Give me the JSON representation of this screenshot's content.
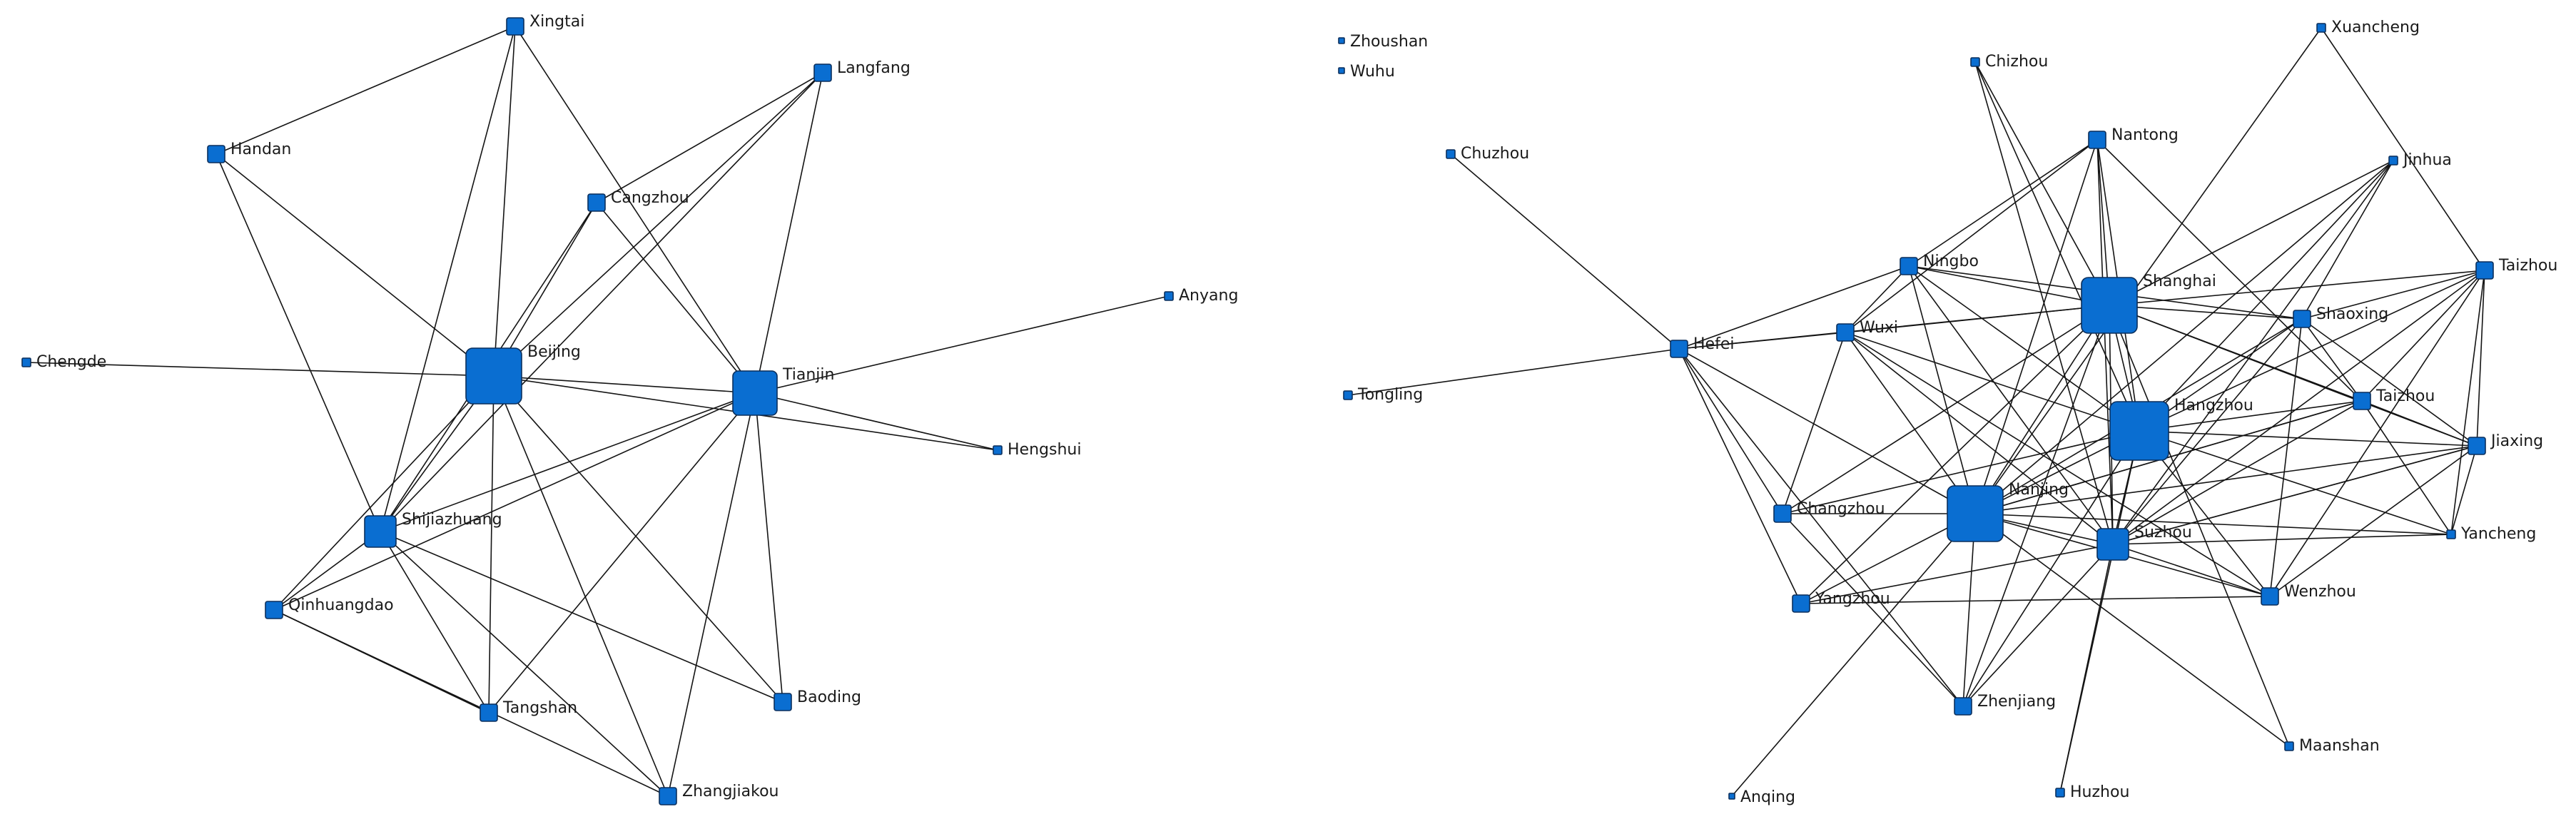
{
  "style": {
    "node_fill": "#0a6ed1",
    "node_stroke": "#0b2f5c",
    "edge_color": "#141414",
    "label_color": "#1a1a1a"
  },
  "networks": [
    {
      "nodes": [
        {
          "id": "Xingtai",
          "label": "Xingtai",
          "size": "small"
        },
        {
          "id": "Langfang",
          "label": "Langfang",
          "size": "small"
        },
        {
          "id": "Handan",
          "label": "Handan",
          "size": "small"
        },
        {
          "id": "Cangzhou",
          "label": "Cangzhou",
          "size": "small"
        },
        {
          "id": "Anyang",
          "label": "Anyang",
          "size": "tiny"
        },
        {
          "id": "Chengde",
          "label": "Chengde",
          "size": "tiny"
        },
        {
          "id": "Beijing",
          "label": "Beijing",
          "size": "xlarge"
        },
        {
          "id": "Tianjin",
          "label": "Tianjin",
          "size": "large"
        },
        {
          "id": "Hengshui",
          "label": "Hengshui",
          "size": "tiny"
        },
        {
          "id": "Shijiazhuang",
          "label": "Shijiazhuang",
          "size": "medium"
        },
        {
          "id": "Qinhuangdao",
          "label": "Qinhuangdao",
          "size": "small"
        },
        {
          "id": "Tangshan",
          "label": "Tangshan",
          "size": "small"
        },
        {
          "id": "Baoding",
          "label": "Baoding",
          "size": "small"
        },
        {
          "id": "Zhangjiakou",
          "label": "Zhangjiakou",
          "size": "small"
        }
      ],
      "edges": [
        [
          "Xingtai",
          "Handan"
        ],
        [
          "Xingtai",
          "Beijing"
        ],
        [
          "Xingtai",
          "Tianjin"
        ],
        [
          "Xingtai",
          "Shijiazhuang"
        ],
        [
          "Langfang",
          "Cangzhou"
        ],
        [
          "Langfang",
          "Beijing"
        ],
        [
          "Langfang",
          "Tianjin"
        ],
        [
          "Langfang",
          "Shijiazhuang"
        ],
        [
          "Handan",
          "Beijing"
        ],
        [
          "Handan",
          "Shijiazhuang"
        ],
        [
          "Cangzhou",
          "Beijing"
        ],
        [
          "Cangzhou",
          "Tianjin"
        ],
        [
          "Cangzhou",
          "Shijiazhuang"
        ],
        [
          "Anyang",
          "Tianjin"
        ],
        [
          "Chengde",
          "Beijing"
        ],
        [
          "Beijing",
          "Tianjin"
        ],
        [
          "Beijing",
          "Hengshui"
        ],
        [
          "Beijing",
          "Shijiazhuang"
        ],
        [
          "Beijing",
          "Qinhuangdao"
        ],
        [
          "Beijing",
          "Tangshan"
        ],
        [
          "Beijing",
          "Baoding"
        ],
        [
          "Beijing",
          "Zhangjiakou"
        ],
        [
          "Tianjin",
          "Hengshui"
        ],
        [
          "Tianjin",
          "Shijiazhuang"
        ],
        [
          "Tianjin",
          "Tangshan"
        ],
        [
          "Tianjin",
          "Baoding"
        ],
        [
          "Tianjin",
          "Zhangjiakou"
        ],
        [
          "Tianjin",
          "Qinhuangdao"
        ],
        [
          "Shijiazhuang",
          "Qinhuangdao"
        ],
        [
          "Shijiazhuang",
          "Tangshan"
        ],
        [
          "Shijiazhuang",
          "Baoding"
        ],
        [
          "Shijiazhuang",
          "Zhangjiakou"
        ],
        [
          "Qinhuangdao",
          "Tangshan"
        ],
        [
          "Qinhuangdao",
          "Zhangjiakou"
        ]
      ]
    },
    {
      "nodes": [
        {
          "id": "Zhoushan",
          "label": "Zhoushan",
          "size": "dot"
        },
        {
          "id": "Wuhu",
          "label": "Wuhu",
          "size": "dot"
        },
        {
          "id": "Xuancheng",
          "label": "Xuancheng",
          "size": "tiny"
        },
        {
          "id": "Chizhou",
          "label": "Chizhou",
          "size": "tiny"
        },
        {
          "id": "Chuzhou",
          "label": "Chuzhou",
          "size": "tiny"
        },
        {
          "id": "Nantong",
          "label": "Nantong",
          "size": "small"
        },
        {
          "id": "Jinhua",
          "label": "Jinhua",
          "size": "tiny"
        },
        {
          "id": "Ningbo",
          "label": "Ningbo",
          "size": "small"
        },
        {
          "id": "Shanghai",
          "label": "Shanghai",
          "size": "xlarge"
        },
        {
          "id": "Taizhou_ZJ",
          "label": "Taizhou",
          "size": "small"
        },
        {
          "id": "Shaoxing",
          "label": "Shaoxing",
          "size": "small"
        },
        {
          "id": "Hefei",
          "label": "Hefei",
          "size": "small"
        },
        {
          "id": "Wuxi",
          "label": "Wuxi",
          "size": "small"
        },
        {
          "id": "Tongling",
          "label": "Tongling",
          "size": "tiny"
        },
        {
          "id": "Hangzhou",
          "label": "Hangzhou",
          "size": "xxlarge"
        },
        {
          "id": "Taizhou_JS",
          "label": "Taizhou",
          "size": "small"
        },
        {
          "id": "Jiaxing",
          "label": "Jiaxing",
          "size": "small"
        },
        {
          "id": "Changzhou",
          "label": "Changzhou",
          "size": "small"
        },
        {
          "id": "Nanjing",
          "label": "Nanjing",
          "size": "xlarge"
        },
        {
          "id": "Suzhou",
          "label": "Suzhou",
          "size": "medium"
        },
        {
          "id": "Yancheng",
          "label": "Yancheng",
          "size": "tiny"
        },
        {
          "id": "Yangzhou",
          "label": "Yangzhou",
          "size": "small"
        },
        {
          "id": "Wenzhou",
          "label": "Wenzhou",
          "size": "small"
        },
        {
          "id": "Zhenjiang",
          "label": "Zhenjiang",
          "size": "small"
        },
        {
          "id": "Maanshan",
          "label": "Maanshan",
          "size": "tiny"
        },
        {
          "id": "Anqing",
          "label": "Anqing",
          "size": "dot"
        },
        {
          "id": "Huzhou",
          "label": "Huzhou",
          "size": "tiny"
        }
      ],
      "edges": [
        [
          "Chuzhou",
          "Hefei"
        ],
        [
          "Tongling",
          "Hefei"
        ],
        [
          "Hefei",
          "Wuxi"
        ],
        [
          "Hefei",
          "Shanghai"
        ],
        [
          "Hefei",
          "Ningbo"
        ],
        [
          "Hefei",
          "Nanjing"
        ],
        [
          "Hefei",
          "Yangzhou"
        ],
        [
          "Hefei",
          "Zhenjiang"
        ],
        [
          "Hefei",
          "Changzhou"
        ],
        [
          "Chizhou",
          "Shanghai"
        ],
        [
          "Chizhou",
          "Hangzhou"
        ],
        [
          "Chizhou",
          "Suzhou"
        ],
        [
          "Xuancheng",
          "Nanjing"
        ],
        [
          "Xuancheng",
          "Taizhou_ZJ"
        ],
        [
          "Nantong",
          "Shanghai"
        ],
        [
          "Nantong",
          "Hangzhou"
        ],
        [
          "Nantong",
          "Nanjing"
        ],
        [
          "Nantong",
          "Suzhou"
        ],
        [
          "Nantong",
          "Ningbo"
        ],
        [
          "Nantong",
          "Wuxi"
        ],
        [
          "Nantong",
          "Taizhou_JS"
        ],
        [
          "Jinhua",
          "Shanghai"
        ],
        [
          "Jinhua",
          "Hangzhou"
        ],
        [
          "Jinhua",
          "Nanjing"
        ],
        [
          "Jinhua",
          "Suzhou"
        ],
        [
          "Jinhua",
          "Shaoxing"
        ],
        [
          "Ningbo",
          "Shanghai"
        ],
        [
          "Ningbo",
          "Hangzhou"
        ],
        [
          "Ningbo",
          "Nanjing"
        ],
        [
          "Ningbo",
          "Suzhou"
        ],
        [
          "Ningbo",
          "Wuxi"
        ],
        [
          "Ningbo",
          "Shaoxing"
        ],
        [
          "Wuxi",
          "Shanghai"
        ],
        [
          "Wuxi",
          "Hangzhou"
        ],
        [
          "Wuxi",
          "Nanjing"
        ],
        [
          "Wuxi",
          "Suzhou"
        ],
        [
          "Wuxi",
          "Changzhou"
        ],
        [
          "Wuxi",
          "Wenzhou"
        ],
        [
          "Shanghai",
          "Hangzhou"
        ],
        [
          "Shanghai",
          "Nanjing"
        ],
        [
          "Shanghai",
          "Suzhou"
        ],
        [
          "Shanghai",
          "Shaoxing"
        ],
        [
          "Shanghai",
          "Taizhou_JS"
        ],
        [
          "Shanghai",
          "Taizhou_ZJ"
        ],
        [
          "Shanghai",
          "Jiaxing"
        ],
        [
          "Shanghai",
          "Changzhou"
        ],
        [
          "Shanghai",
          "Yangzhou"
        ],
        [
          "Shanghai",
          "Zhenjiang"
        ],
        [
          "Shanghai",
          "Maanshan"
        ],
        [
          "Hangzhou",
          "Nanjing"
        ],
        [
          "Hangzhou",
          "Suzhou"
        ],
        [
          "Hangzhou",
          "Shaoxing"
        ],
        [
          "Hangzhou",
          "Taizhou_JS"
        ],
        [
          "Hangzhou",
          "Taizhou_ZJ"
        ],
        [
          "Hangzhou",
          "Jiaxing"
        ],
        [
          "Hangzhou",
          "Wenzhou"
        ],
        [
          "Hangzhou",
          "Yancheng"
        ],
        [
          "Hangzhou",
          "Zhenjiang"
        ],
        [
          "Hangzhou",
          "Huzhou"
        ],
        [
          "Hangzhou",
          "Changzhou"
        ],
        [
          "Nanjing",
          "Suzhou"
        ],
        [
          "Nanjing",
          "Changzhou"
        ],
        [
          "Nanjing",
          "Yangzhou"
        ],
        [
          "Nanjing",
          "Zhenjiang"
        ],
        [
          "Nanjing",
          "Anqing"
        ],
        [
          "Nanjing",
          "Shaoxing"
        ],
        [
          "Nanjing",
          "Taizhou_JS"
        ],
        [
          "Nanjing",
          "Jiaxing"
        ],
        [
          "Nanjing",
          "Wenzhou"
        ],
        [
          "Nanjing",
          "Maanshan"
        ],
        [
          "Nanjing",
          "Yancheng"
        ],
        [
          "Suzhou",
          "Wenzhou"
        ],
        [
          "Suzhou",
          "Huzhou"
        ],
        [
          "Suzhou",
          "Jiaxing"
        ],
        [
          "Suzhou",
          "Taizhou_JS"
        ],
        [
          "Suzhou",
          "Shaoxing"
        ],
        [
          "Suzhou",
          "Yancheng"
        ],
        [
          "Suzhou",
          "Zhenjiang"
        ],
        [
          "Suzhou",
          "Yangzhou"
        ],
        [
          "Suzhou",
          "Taizhou_ZJ"
        ],
        [
          "Shaoxing",
          "Taizhou_ZJ"
        ],
        [
          "Shaoxing",
          "Wenzhou"
        ],
        [
          "Shaoxing",
          "Taizhou_JS"
        ],
        [
          "Shaoxing",
          "Jiaxing"
        ],
        [
          "Taizhou_ZJ",
          "Jiaxing"
        ],
        [
          "Taizhou_ZJ",
          "Yancheng"
        ],
        [
          "Taizhou_ZJ",
          "Wenzhou"
        ],
        [
          "Taizhou_ZJ",
          "Taizhou_JS"
        ],
        [
          "Taizhou_JS",
          "Jiaxing"
        ],
        [
          "Taizhou_JS",
          "Yancheng"
        ],
        [
          "Taizhou_JS",
          "Nanjing"
        ],
        [
          "Jiaxing",
          "Wenzhou"
        ],
        [
          "Jiaxing",
          "Suzhou"
        ],
        [
          "Jiaxing",
          "Yancheng"
        ],
        [
          "Yangzhou",
          "Wenzhou"
        ],
        [
          "Changzhou",
          "Zhenjiang"
        ]
      ]
    }
  ]
}
